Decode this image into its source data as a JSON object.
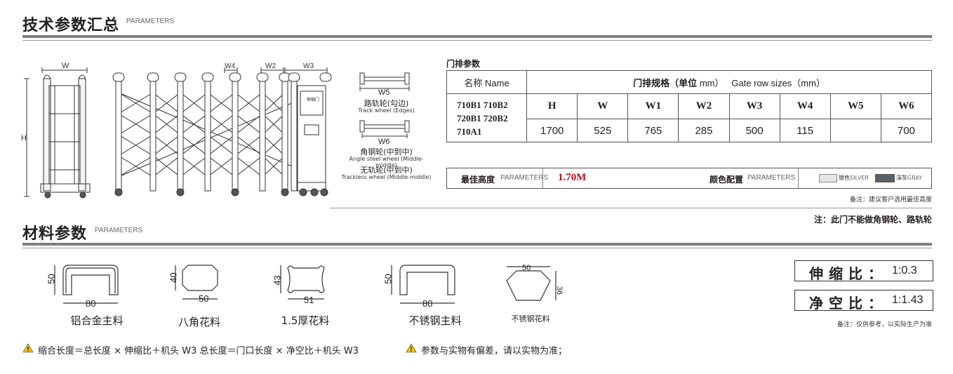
{
  "sec1": {
    "title": "技术参数汇总",
    "sub": "PARAMETERS"
  },
  "sec2": {
    "title": "材料参数",
    "sub": "PARAMETERS"
  },
  "diagram": {
    "w": "W",
    "h": "H",
    "w2": "W2",
    "w3": "W3",
    "w4": "W4",
    "w5": "W5",
    "w6": "W6",
    "track_cn": "路轨轮(勾边)",
    "track_en": "Track wheel (Edges)",
    "angle_cn": "角钢轮(中到中)",
    "angle_en": "Angle steel wheel (Middle-middle)",
    "trackless_cn": "无轨轮(中到中)",
    "trackless_en": "Trackless wheel (Middle-middle)",
    "logo_text": "伸缩门"
  },
  "spec": {
    "caption": "门排参数",
    "name_header": "名称 Name",
    "size_header_bold": "门排规格（单位",
    "size_header_unit": "mm）",
    "size_header_en": "Gate row sizes（mm）",
    "models": [
      "710B1  710B2",
      "720B1  720B2",
      "710A1"
    ],
    "columns": [
      "H",
      "W",
      "W1",
      "W2",
      "W3",
      "W4",
      "W5",
      "W6"
    ],
    "values": [
      "1700",
      "525",
      "765",
      "285",
      "500",
      "115",
      "",
      "700"
    ]
  },
  "best": {
    "label": "最佳高度",
    "sub": "PARAMETERS",
    "value": "1.70M",
    "color_label": "颜色配置",
    "color_sub": "PARAMETERS",
    "silver_cn": "银色",
    "silver_en": "SILVER",
    "gray_cn": "深灰",
    "gray_en": "GRAY",
    "silver_color": "#e6e6e6",
    "gray_color": "#58616a",
    "note": "备注：建议客户选用最佳高度"
  },
  "warning_note": "注：此门不能做角钢轮、路轨轮",
  "materials": [
    {
      "name": "铝合金主料",
      "w": "80",
      "h": "50"
    },
    {
      "name": "八角花料",
      "w": "50",
      "h": "40"
    },
    {
      "name": "1.5厚花料",
      "w": "51",
      "h": "43"
    },
    {
      "name": "不锈钢主料",
      "w": "80",
      "h": "50"
    },
    {
      "name": "不锈钢花料",
      "w": "50",
      "h": "36"
    }
  ],
  "ratios": {
    "stretch_label": "伸缩比：",
    "stretch_value": "1:0.3",
    "clear_label": "净空比：",
    "clear_value": "1:1.43",
    "note": "备注：仅供参考，以实际生产为准"
  },
  "formulas": {
    "f1": "缩合长度＝总长度 × 伸缩比＋机头 W3   总长度＝门口长度 × 净空比＋机头 W3",
    "f2": "参数与实物有偏差，请以实物为准；"
  }
}
